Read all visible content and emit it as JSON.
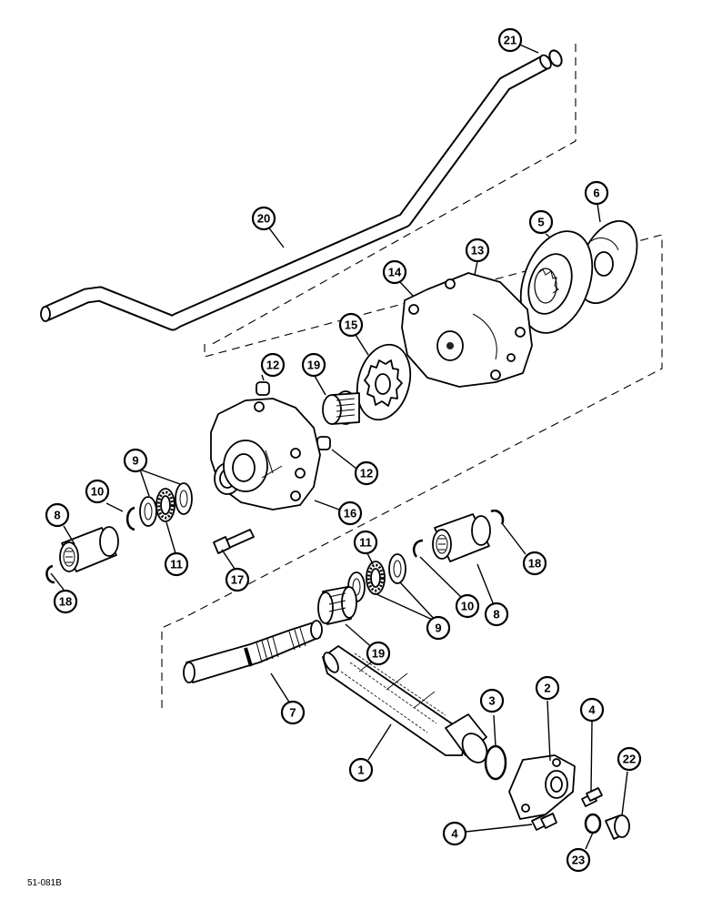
{
  "figure": {
    "code": "51-081B"
  },
  "callouts": {
    "c1": "1",
    "c2": "2",
    "c3": "3",
    "c4a": "4",
    "c4b": "4",
    "c5": "5",
    "c6": "6",
    "c7": "7",
    "c8a": "8",
    "c8b": "8",
    "c9a": "9",
    "c9b": "9",
    "c10a": "10",
    "c10b": "10",
    "c11a": "11",
    "c11b": "11",
    "c12a": "12",
    "c12b": "12",
    "c13": "13",
    "c14": "14",
    "c15": "15",
    "c16": "16",
    "c17": "17",
    "c18a": "18",
    "c18b": "18",
    "c19a": "19",
    "c19b": "19",
    "c20": "20",
    "c21": "21",
    "c22": "22",
    "c23": "23"
  }
}
